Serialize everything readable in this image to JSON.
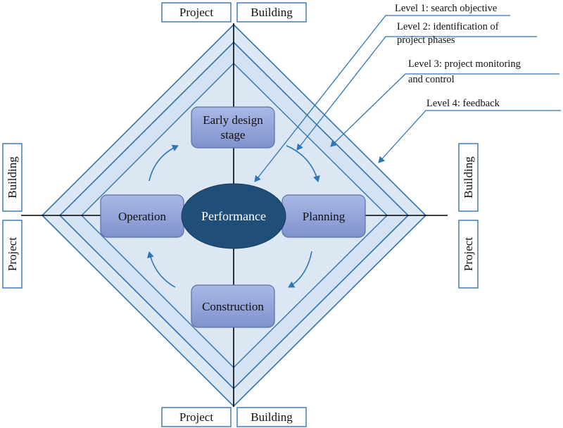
{
  "center": {
    "label": "Performance"
  },
  "phases": {
    "top": {
      "line1": "Early design",
      "line2": "stage"
    },
    "right": {
      "label": "Planning"
    },
    "bottom": {
      "label": "Construction"
    },
    "left": {
      "label": "Operation"
    }
  },
  "edge_labels": {
    "top_left": "Project",
    "top_right": "Building",
    "bottom_left": "Project",
    "bottom_right": "Building",
    "left_upper": "Building",
    "left_lower": "Project",
    "right_upper": "Building",
    "right_lower": "Project"
  },
  "levels": {
    "level1": "Level 1: search objective",
    "level2_line1": "Level 2: identification of",
    "level2_line2": "project phases",
    "level3_line1": "Level 3:  project monitoring",
    "level3_line2": "and control",
    "level4": "Level 4: feedback"
  },
  "colors": {
    "diamond_fill": "#dce9f5",
    "diamond_stroke": "#2f73b0",
    "phase_fill": "#8fa3d8",
    "phase_stroke": "#5a6fa8",
    "center_fill": "#1f4e79",
    "arrow": "#2e75b6"
  }
}
